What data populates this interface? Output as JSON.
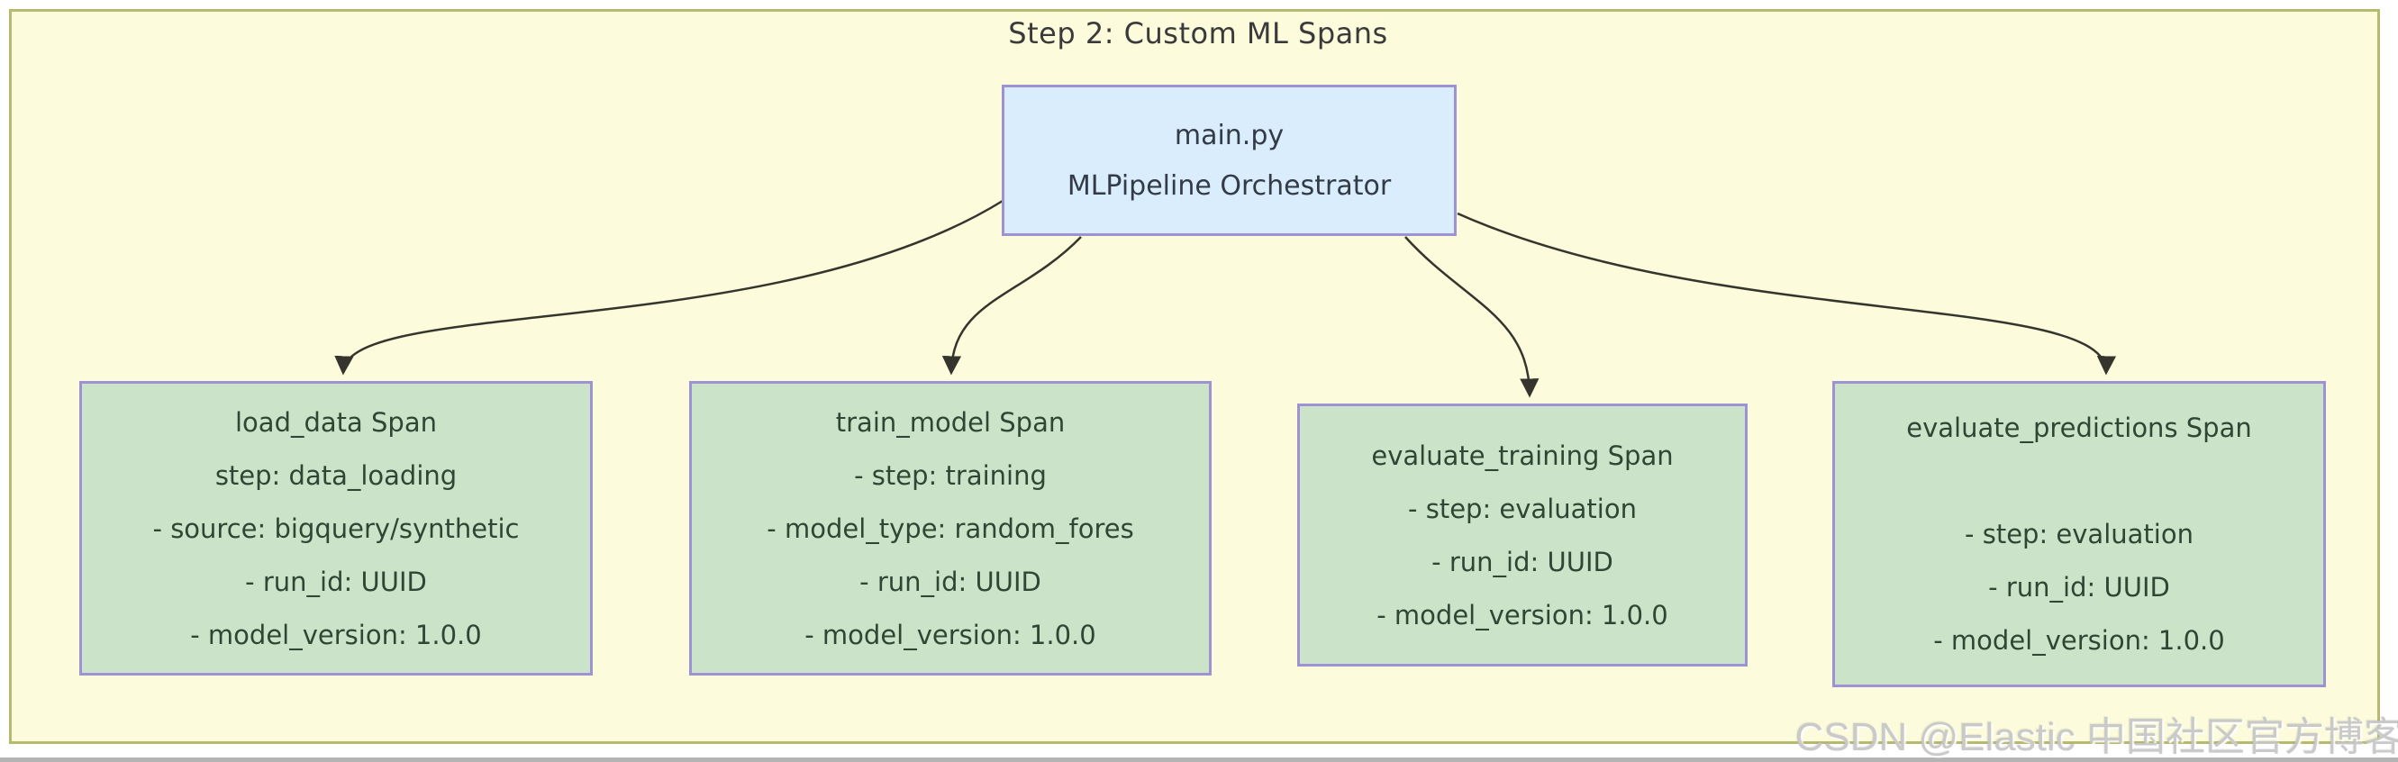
{
  "diagram": {
    "title": "Step 2: Custom ML Spans",
    "root": {
      "id": "main",
      "lines": [
        "main.py",
        "MLPipeline Orchestrator"
      ]
    },
    "nodes": [
      {
        "id": "load_data",
        "lines": [
          "load_data Span",
          "step: data_loading",
          "- source: bigquery/synthetic",
          "- run_id: UUID",
          "- model_version: 1.0.0"
        ]
      },
      {
        "id": "train_model",
        "lines": [
          "train_model Span",
          "- step: training",
          "- model_type: random_fores",
          "- run_id: UUID",
          "- model_version: 1.0.0"
        ]
      },
      {
        "id": "evaluate_training",
        "lines": [
          "evaluate_training Span",
          "- step: evaluation",
          "- run_id: UUID",
          "- model_version: 1.0.0"
        ]
      },
      {
        "id": "evaluate_predictions",
        "lines": [
          "evaluate_predictions Span",
          "",
          "- step: evaluation",
          "- run_id: UUID",
          "- model_version: 1.0.0"
        ]
      }
    ],
    "edges": [
      {
        "from": "main.py",
        "to": "load_data Span"
      },
      {
        "from": "main.py",
        "to": "train_model Span"
      },
      {
        "from": "main.py",
        "to": "evaluate_training Span"
      },
      {
        "from": "main.py",
        "to": "evaluate_predictions Span"
      }
    ],
    "colors": {
      "canvas_background": "#fcfcdc",
      "canvas_border": "#b6ba70",
      "root_fill": "#d9edfc",
      "node_fill": "#cbe4c9",
      "node_border": "#9c92d4",
      "node_text": "#2e4734",
      "edge_stroke": "#35352d"
    }
  },
  "watermark": {
    "text": "CSDN @Elastic 中国社区官方博客"
  }
}
